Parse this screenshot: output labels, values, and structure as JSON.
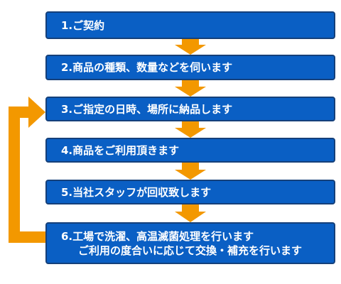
{
  "colors": {
    "box_fill": "#0a5fc4",
    "box_border": "#15407a",
    "box_text": "#ffffff",
    "arrow": "#f39800"
  },
  "steps": [
    {
      "lines": [
        "1.ご契約"
      ]
    },
    {
      "lines": [
        "2.商品の種類、数量などを伺います"
      ]
    },
    {
      "lines": [
        "3.ご指定の日時、場所に納品します"
      ]
    },
    {
      "lines": [
        "4.商品をご利用頂きます"
      ]
    },
    {
      "lines": [
        "5.当社スタッフが回収致します"
      ]
    },
    {
      "lines": [
        "6.工場で洗濯、高温滅菌処理を行います",
        "ご利用の度合いに応じて交換・補充を行います"
      ]
    }
  ]
}
